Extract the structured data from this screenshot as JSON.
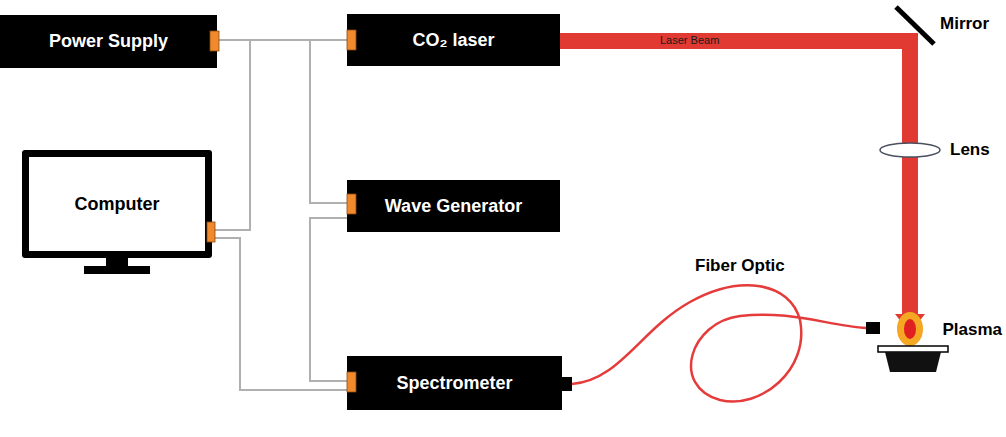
{
  "diagram": {
    "nodes": [
      {
        "text": [
          "Power Supply"
        ]
      },
      {
        "text": [
          "CO₂ laser"
        ]
      },
      {
        "text": [
          "Computer"
        ]
      },
      {
        "text": [
          "Wave Generator"
        ]
      },
      {
        "text": [
          "Spectrometer"
        ]
      }
    ],
    "edges": [
      {
        "from": 0,
        "to": 1,
        "arrow": "none"
      },
      {
        "from": 2,
        "to": 1,
        "arrow": "none"
      },
      {
        "from": 1,
        "to": 3,
        "arrow": "none"
      },
      {
        "from": 3,
        "to": 4,
        "arrow": "none"
      },
      {
        "from": 2,
        "to": 4,
        "arrow": "none"
      }
    ],
    "labels": [
      "Laser Beam",
      "Mirror",
      "Lens",
      "Fiber Optic",
      "Plasma"
    ]
  }
}
